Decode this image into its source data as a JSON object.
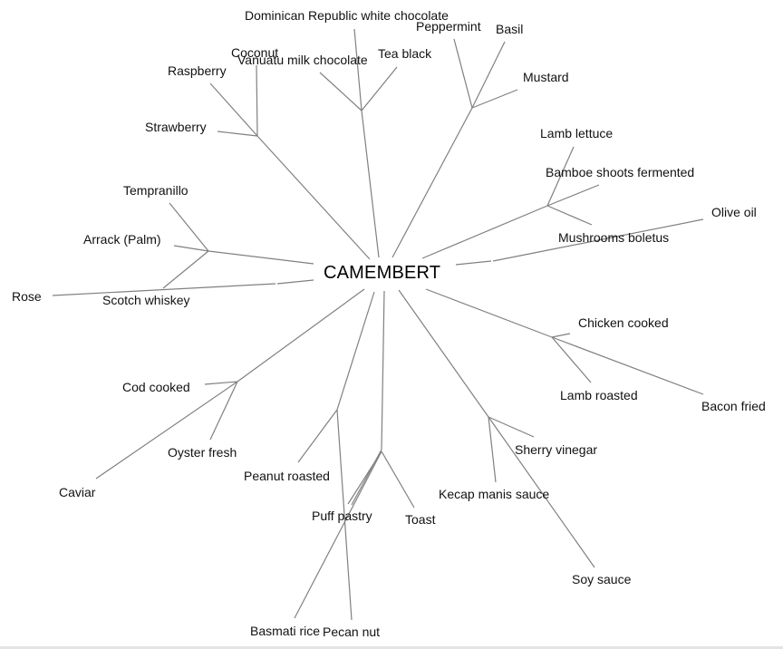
{
  "diagram": {
    "type": "radial-tree",
    "center": {
      "label": "CAMEMBERT"
    },
    "groups": [
      {
        "id": "berries",
        "leaves": [
          "Coconut",
          "Raspberry",
          "Strawberry"
        ]
      },
      {
        "id": "chocolate",
        "leaves": [
          "Dominican Republic white chocolate",
          "Vanuatu milk chocolate",
          "Tea black"
        ]
      },
      {
        "id": "herbs",
        "leaves": [
          "Peppermint",
          "Basil",
          "Mustard"
        ]
      },
      {
        "id": "vegetables",
        "leaves": [
          "Lamb lettuce",
          "Bamboe shoots fermented",
          "Mushrooms boletus"
        ]
      },
      {
        "id": "oil",
        "leaves": [
          "Olive oil"
        ]
      },
      {
        "id": "meat",
        "leaves": [
          "Chicken cooked",
          "Lamb roasted",
          "Bacon fried"
        ]
      },
      {
        "id": "sauces",
        "leaves": [
          "Sherry vinegar",
          "Kecap manis sauce",
          "Soy sauce"
        ]
      },
      {
        "id": "bread",
        "leaves": [
          "Puff pastry",
          "Toast",
          "Basmati rice"
        ]
      },
      {
        "id": "nuts",
        "leaves": [
          "Peanut roasted",
          "Pecan nut"
        ]
      },
      {
        "id": "seafood",
        "leaves": [
          "Cod cooked",
          "Oyster fresh",
          "Caviar"
        ]
      },
      {
        "id": "rose",
        "leaves": [
          "Rose"
        ]
      },
      {
        "id": "spirits",
        "leaves": [
          "Tempranillo",
          "Arrack (Palm)",
          "Scotch whiskey"
        ]
      }
    ]
  },
  "labels": {
    "center": "CAMEMBERT",
    "dominican": "Dominican Republic white chocolate",
    "peppermint": "Peppermint",
    "basil": "Basil",
    "coconut": "Coconut",
    "vanuatu": "Vanuatu milk chocolate",
    "tea": "Tea black",
    "raspberry": "Raspberry",
    "mustard": "Mustard",
    "strawberry": "Strawberry",
    "lamb_lettuce": "Lamb lettuce",
    "bamboe": "Bamboe shoots fermented",
    "tempranillo": "Tempranillo",
    "olive": "Olive oil",
    "arrack": "Arrack (Palm)",
    "mushrooms": "Mushrooms boletus",
    "rose": "Rose",
    "scotch": "Scotch whiskey",
    "chicken": "Chicken cooked",
    "cod": "Cod cooked",
    "lamb_roasted": "Lamb roasted",
    "bacon": "Bacon fried",
    "oyster": "Oyster fresh",
    "sherry": "Sherry vinegar",
    "peanut": "Peanut roasted",
    "caviar": "Caviar",
    "kecap": "Kecap manis sauce",
    "puff": "Puff pastry",
    "toast": "Toast",
    "soy": "Soy sauce",
    "basmati": "Basmati rice",
    "pecan": "Pecan nut"
  }
}
